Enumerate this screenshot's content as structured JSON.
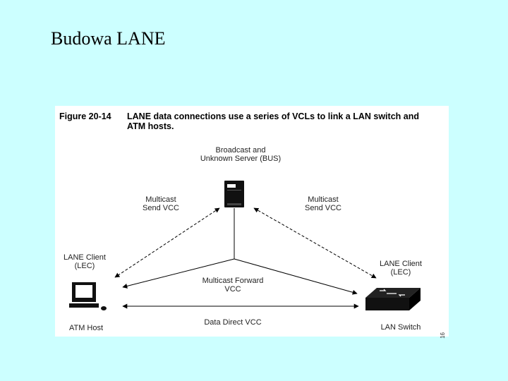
{
  "slide": {
    "title": "Budowa LANE"
  },
  "figure": {
    "number": "Figure 20-14",
    "caption": "LANE data connections use a series of VCLs to link a LAN switch and ATM hosts.",
    "code": "16",
    "nodes": {
      "bus": "Broadcast and\nUnknown Server (BUS)",
      "lec_left": "LANE Client\n(LEC)",
      "lec_right": "LANE Client\n(LEC)",
      "atm_host": "ATM Host",
      "lan_switch": "LAN Switch"
    },
    "connections": {
      "send_left": "Multicast\nSend VCC",
      "send_right": "Multicast\nSend VCC",
      "forward": "Multicast Forward\nVCC",
      "direct": "Data Direct VCC"
    }
  }
}
